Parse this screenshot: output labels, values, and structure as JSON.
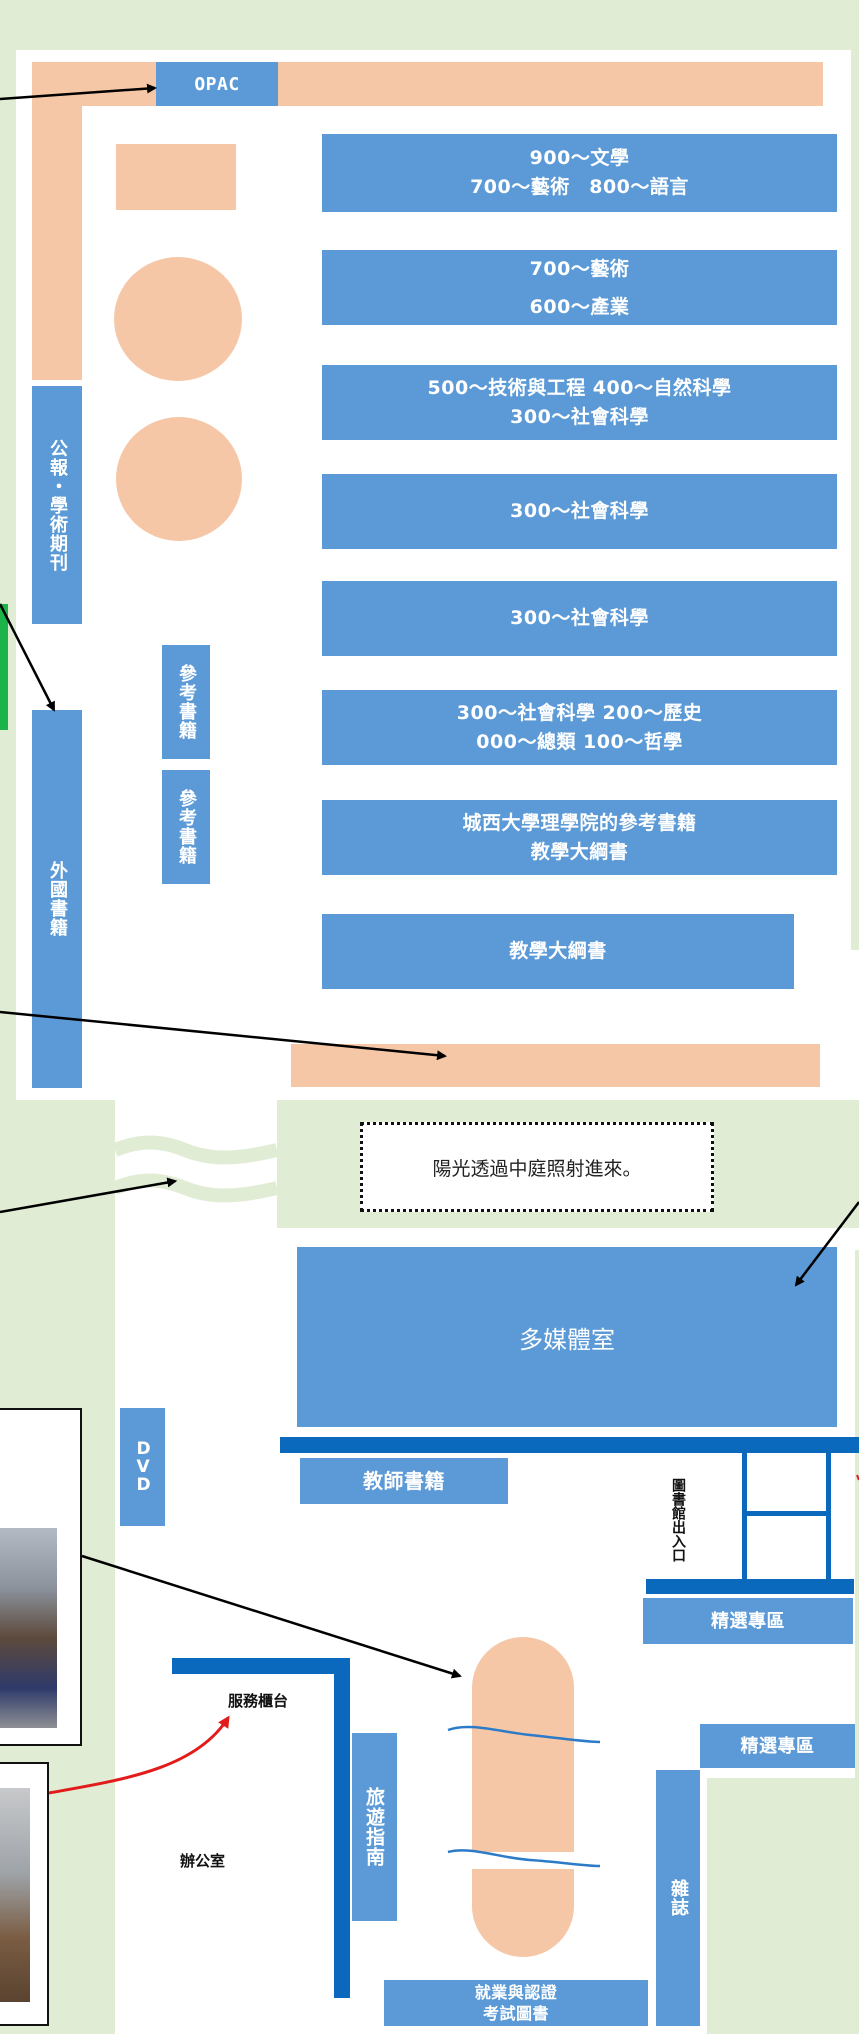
{
  "map": {
    "opac": "OPAC",
    "shelves": {
      "s1": "900～文學\n700～藝術　800～語言",
      "s2": "700～藝術\n600～產業",
      "s3": "500～技術與工程  400～自然科學\n300～社會科學",
      "s4": "300～社會科學",
      "s5": "300～社會科學",
      "s6": "300～社會科學  200～歷史\n000～總類 100～哲學",
      "s7": "城西大學理學院的參考書籍\n教學大綱書",
      "s8": "教學大綱書"
    },
    "gazette": "公報・學術期刊",
    "reference1": "參考書籍",
    "reference2": "參考書籍",
    "foreign_books": "外國書籍",
    "courtyard_note": "陽光透過中庭照射進來。",
    "multimedia_room": "多媒體室",
    "dvd": "DVD",
    "teacher_books": "教師書籍",
    "entrance": "圖書館出入口",
    "selected1": "精選專區",
    "selected2": "精選專區",
    "service_counter": "服務櫃台",
    "office": "辦公室",
    "travel_guide": "旅遊指南",
    "magazines": "雜誌",
    "career_books": "就業與認證\n考試圖書"
  },
  "colors": {
    "background": "#e1ecd5",
    "floor": "#ffffff",
    "shelf": "#5b9ad6",
    "furniture": "#f6c7a6",
    "wall": "#0a69bd",
    "arrow": "#000000",
    "red_arrow": "#e21b1b",
    "green_tab": "#1bb34a"
  }
}
